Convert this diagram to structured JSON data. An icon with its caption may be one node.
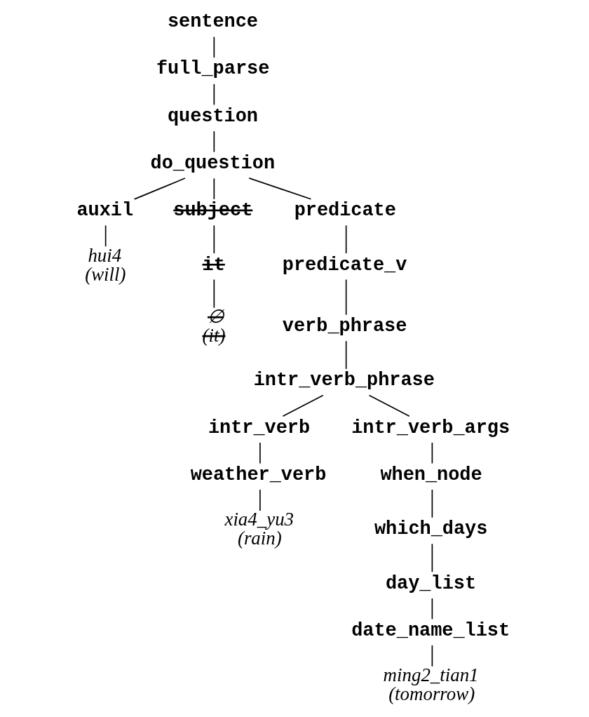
{
  "diagram": {
    "nodes": [
      {
        "text": [
          "sentence"
        ]
      },
      {
        "text": [
          "full_parse"
        ]
      },
      {
        "text": [
          "question"
        ]
      },
      {
        "text": [
          "do_question"
        ]
      },
      {
        "text": [
          "auxil"
        ]
      },
      {
        "text": [
          "subject"
        ]
      },
      {
        "text": [
          "predicate"
        ]
      },
      {
        "text": [
          "hui4",
          "(will)"
        ]
      },
      {
        "text": [
          "it"
        ]
      },
      {
        "text": [
          "predicate_v"
        ]
      },
      {
        "text": [
          "∅",
          "(it)"
        ]
      },
      {
        "text": [
          "verb_phrase"
        ]
      },
      {
        "text": [
          "intr_verb_phrase"
        ]
      },
      {
        "text": [
          "intr_verb"
        ]
      },
      {
        "text": [
          "intr_verb_args"
        ]
      },
      {
        "text": [
          "weather_verb"
        ]
      },
      {
        "text": [
          "when_node"
        ]
      },
      {
        "text": [
          "xia4_yu3",
          "(rain)"
        ]
      },
      {
        "text": [
          "which_days"
        ]
      },
      {
        "text": [
          "day_list"
        ]
      },
      {
        "text": [
          "date_name_list"
        ]
      },
      {
        "text": [
          "ming2_tian1",
          "(tomorrow)"
        ]
      }
    ],
    "edges": [
      {
        "from": 0,
        "to": 1,
        "arrow": "none"
      },
      {
        "from": 1,
        "to": 2,
        "arrow": "none"
      },
      {
        "from": 2,
        "to": 3,
        "arrow": "none"
      },
      {
        "from": 3,
        "to": 4,
        "arrow": "none"
      },
      {
        "from": 3,
        "to": 5,
        "arrow": "none"
      },
      {
        "from": 3,
        "to": 6,
        "arrow": "none"
      },
      {
        "from": 4,
        "to": 7,
        "arrow": "none"
      },
      {
        "from": 5,
        "to": 8,
        "arrow": "none"
      },
      {
        "from": 6,
        "to": 9,
        "arrow": "none"
      },
      {
        "from": 8,
        "to": 10,
        "arrow": "none"
      },
      {
        "from": 9,
        "to": 11,
        "arrow": "none"
      },
      {
        "from": 11,
        "to": 12,
        "arrow": "none"
      },
      {
        "from": 12,
        "to": 13,
        "arrow": "none"
      },
      {
        "from": 12,
        "to": 14,
        "arrow": "none"
      },
      {
        "from": 13,
        "to": 15,
        "arrow": "none"
      },
      {
        "from": 14,
        "to": 16,
        "arrow": "none"
      },
      {
        "from": 15,
        "to": 17,
        "arrow": "none"
      },
      {
        "from": 16,
        "to": 18,
        "arrow": "none"
      },
      {
        "from": 18,
        "to": 19,
        "arrow": "none"
      },
      {
        "from": 19,
        "to": 20,
        "arrow": "none"
      },
      {
        "from": 20,
        "to": 21,
        "arrow": "none"
      }
    ]
  }
}
